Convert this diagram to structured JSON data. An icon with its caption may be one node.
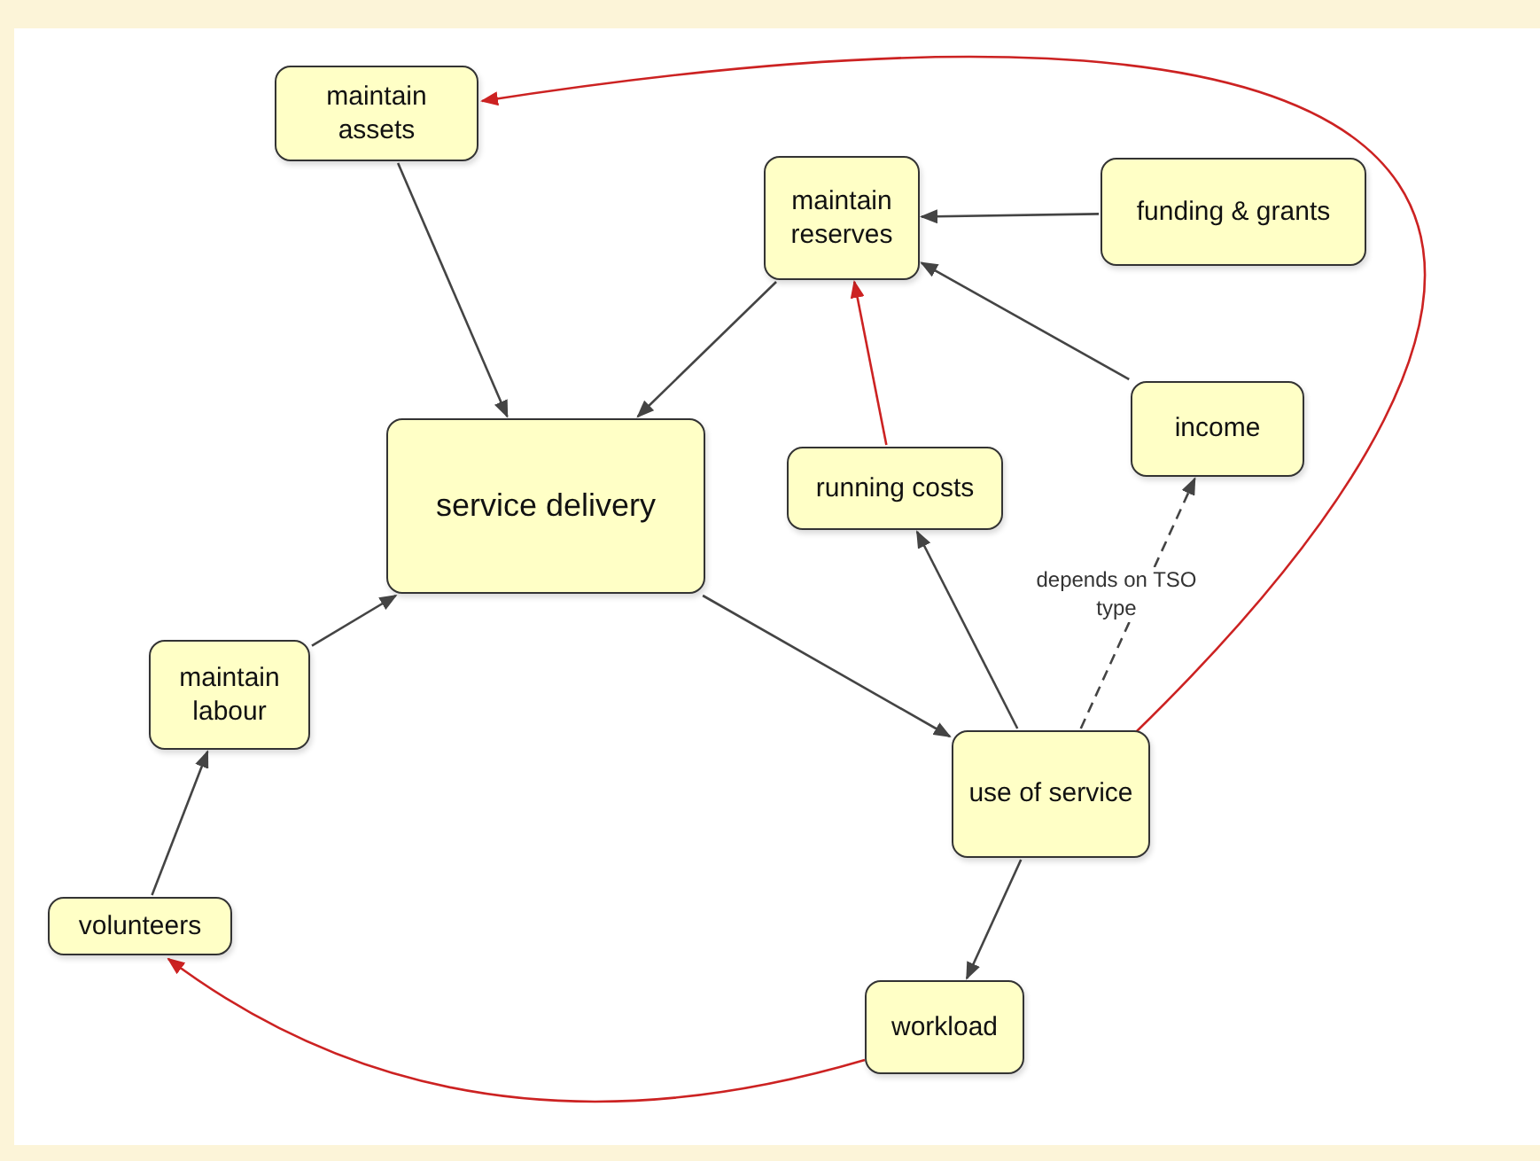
{
  "diagram": {
    "nodes": [
      {
        "text": [
          "maintain assets"
        ]
      },
      {
        "text": [
          "maintain reserves"
        ]
      },
      {
        "text": [
          "funding & grants"
        ]
      },
      {
        "text": [
          "service delivery"
        ]
      },
      {
        "text": [
          "income"
        ]
      },
      {
        "text": [
          "running costs"
        ]
      },
      {
        "text": [
          "maintain labour"
        ]
      },
      {
        "text": [
          "use of service"
        ]
      },
      {
        "text": [
          "volunteers"
        ]
      },
      {
        "text": [
          "workload"
        ]
      }
    ],
    "edges": [
      {
        "from": 0,
        "to": 3,
        "arrow": "to"
      },
      {
        "from": 2,
        "to": 1,
        "arrow": "to"
      },
      {
        "from": 1,
        "to": 3,
        "arrow": "to"
      },
      {
        "from": 4,
        "to": 1,
        "arrow": "to"
      },
      {
        "from": 5,
        "to": 1,
        "arrow": "to",
        "color": "#cc2222"
      },
      {
        "from": 3,
        "to": 7,
        "arrow": "to"
      },
      {
        "from": 7,
        "to": 5,
        "arrow": "to"
      },
      {
        "from": 7,
        "to": 4,
        "arrow": "to",
        "style": "dashed",
        "label": "depends on TSO type"
      },
      {
        "from": 7,
        "to": 0,
        "arrow": "to",
        "color": "#cc2222"
      },
      {
        "from": 7,
        "to": 9,
        "arrow": "to"
      },
      {
        "from": 9,
        "to": 8,
        "arrow": "to",
        "color": "#cc2222"
      },
      {
        "from": 8,
        "to": 6,
        "arrow": "to"
      },
      {
        "from": 6,
        "to": 3,
        "arrow": "to"
      }
    ]
  }
}
